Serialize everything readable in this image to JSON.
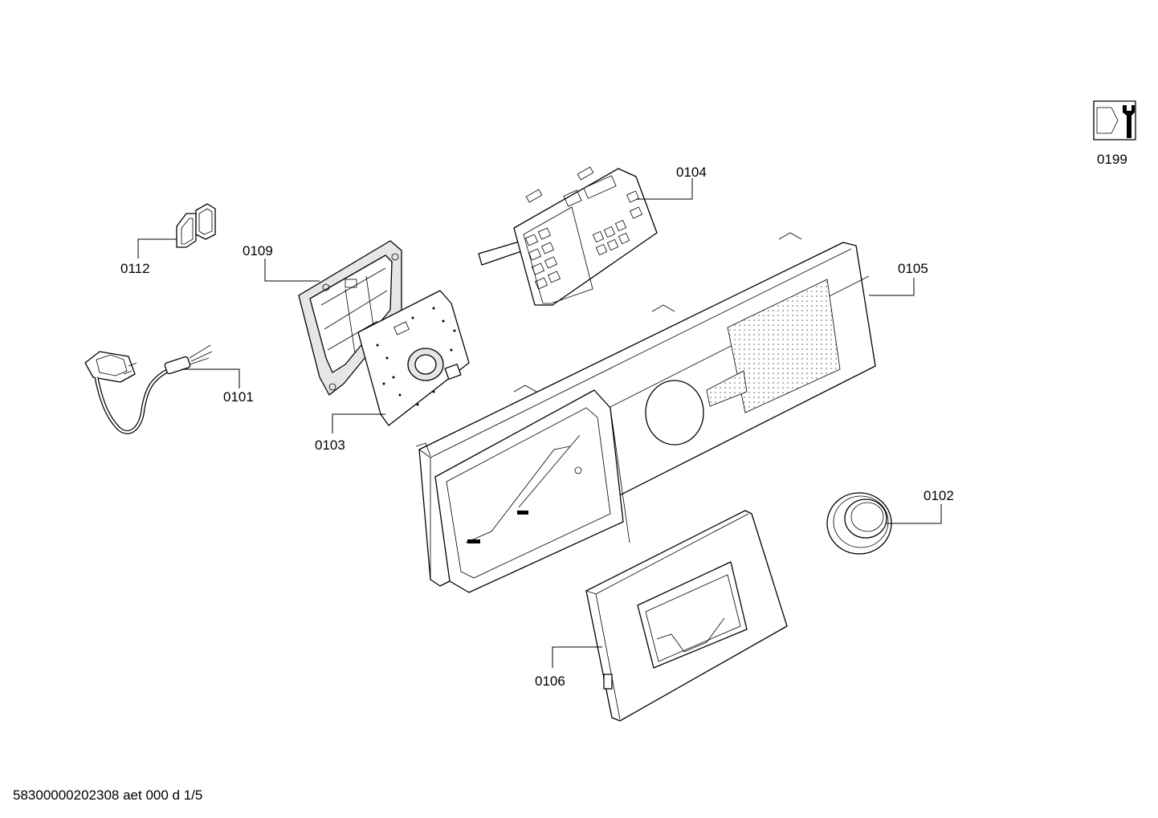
{
  "diagram": {
    "labels": {
      "p0101": "0101",
      "p0102": "0102",
      "p0103": "0103",
      "p0104": "0104",
      "p0105": "0105",
      "p0106": "0106",
      "p0109": "0109",
      "p0112": "0112",
      "p0199": "0199"
    },
    "service_icon": "wrench-icon"
  },
  "footer": {
    "doc_code": "58300000202308 aet 000 d 1/5"
  }
}
